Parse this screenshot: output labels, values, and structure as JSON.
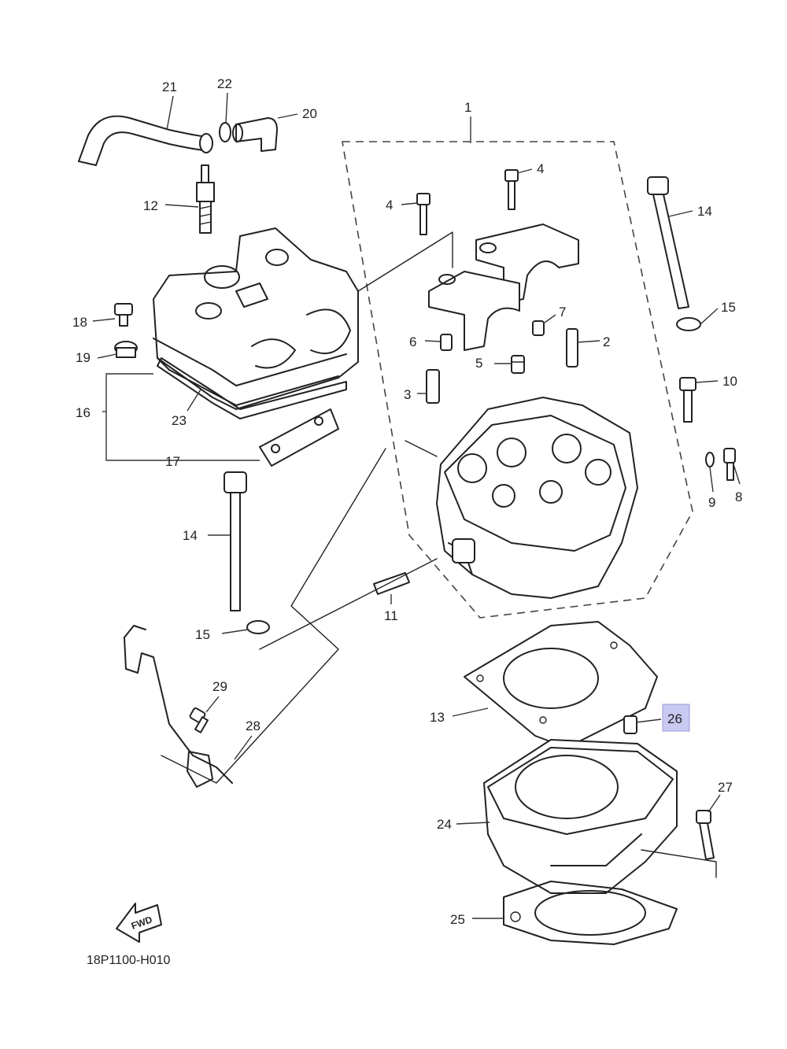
{
  "diagram": {
    "reference_code": "18P1100-H010",
    "fwd_label": "FWD",
    "highlight_color": "#c9c9f2",
    "callouts": [
      {
        "id": "c1",
        "label": "1"
      },
      {
        "id": "c2",
        "label": "2"
      },
      {
        "id": "c3",
        "label": "3"
      },
      {
        "id": "c4a",
        "label": "4"
      },
      {
        "id": "c4b",
        "label": "4"
      },
      {
        "id": "c5",
        "label": "5"
      },
      {
        "id": "c6",
        "label": "6"
      },
      {
        "id": "c7",
        "label": "7"
      },
      {
        "id": "c8",
        "label": "8"
      },
      {
        "id": "c9",
        "label": "9"
      },
      {
        "id": "c10",
        "label": "10"
      },
      {
        "id": "c11",
        "label": "11"
      },
      {
        "id": "c12",
        "label": "12"
      },
      {
        "id": "c13",
        "label": "13"
      },
      {
        "id": "c14a",
        "label": "14"
      },
      {
        "id": "c14b",
        "label": "14"
      },
      {
        "id": "c15a",
        "label": "15"
      },
      {
        "id": "c15b",
        "label": "15"
      },
      {
        "id": "c16",
        "label": "16"
      },
      {
        "id": "c17",
        "label": "17"
      },
      {
        "id": "c18",
        "label": "18"
      },
      {
        "id": "c19",
        "label": "19"
      },
      {
        "id": "c20",
        "label": "20"
      },
      {
        "id": "c21",
        "label": "21"
      },
      {
        "id": "c22",
        "label": "22"
      },
      {
        "id": "c23",
        "label": "23"
      },
      {
        "id": "c24",
        "label": "24"
      },
      {
        "id": "c25",
        "label": "25"
      },
      {
        "id": "c26",
        "label": "26",
        "highlighted": true
      },
      {
        "id": "c27",
        "label": "27"
      },
      {
        "id": "c28",
        "label": "28"
      },
      {
        "id": "c29",
        "label": "29"
      }
    ]
  }
}
